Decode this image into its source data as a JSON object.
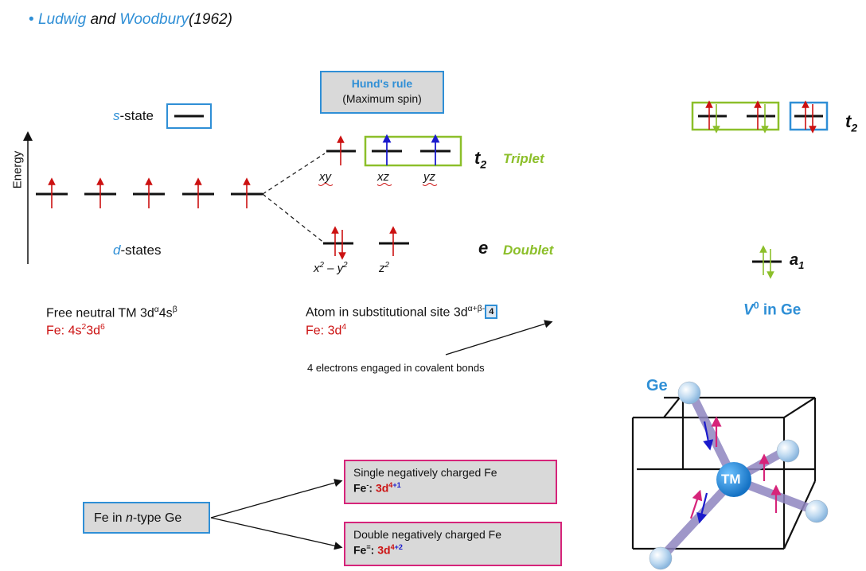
{
  "header": {
    "bullet": "•",
    "author1": "Ludwig",
    "and": "and",
    "author2": "Woodbury",
    "year": "(1962)"
  },
  "sstate": {
    "italic": "s",
    "rest": "-state"
  },
  "energy_label": "Energy",
  "dstates": {
    "italic": "d",
    "rest": "-states"
  },
  "hund": {
    "title": "Hund's rule",
    "subtitle": "(Maximum spin)"
  },
  "t2": {
    "t": "t",
    "sub": "2",
    "name": "Triplet"
  },
  "e": {
    "label": "e",
    "name": "Doublet"
  },
  "orbitals": {
    "xy": "xy",
    "xz": "xz",
    "yz": "yz",
    "x2y2": [
      "x",
      "2",
      " – ",
      "y",
      "2"
    ],
    "z2": [
      "z",
      "2"
    ]
  },
  "free": {
    "line1": "Free neutral TM 3d",
    "sup1": "α",
    "mid": "4s",
    "sup2": "β",
    "line2a": "Fe: 4s",
    "sup3": "2",
    "line2b": "3d",
    "sup4": "6"
  },
  "subst": {
    "line1": "Atom in substitutional site 3d",
    "sup1": "α+β-",
    "boxed": "4",
    "line2": "Fe: 3d",
    "sup2": "4"
  },
  "covalent": "4 electrons engaged in covalent bonds",
  "right": {
    "t": "t",
    "sub": "2",
    "a": "a",
    "asub": "1",
    "v": "V",
    "vsup": "0",
    "vrest": " in Ge"
  },
  "fe_ntype": {
    "pre": "Fe in ",
    "n": "n",
    "post": "-type Ge"
  },
  "single": {
    "title": "Single negatively charged Fe",
    "label": "Fe",
    "sup": "-",
    "colon": ": ",
    "val": "3d",
    "vsup1": "4",
    "vsup2": "+1"
  },
  "double": {
    "title": "Double negatively charged Fe",
    "label": "Fe",
    "sup": "=",
    "colon": ": ",
    "val": "3d",
    "vsup1": "4",
    "vsup2": "+2"
  },
  "crystal": {
    "ge": "Ge",
    "tm": "TM"
  },
  "colors": {
    "blue": "#2f8fd6",
    "red": "#cc1111",
    "green": "#8cbf2a",
    "pink": "#d6247a",
    "navy": "#1a1acc"
  }
}
